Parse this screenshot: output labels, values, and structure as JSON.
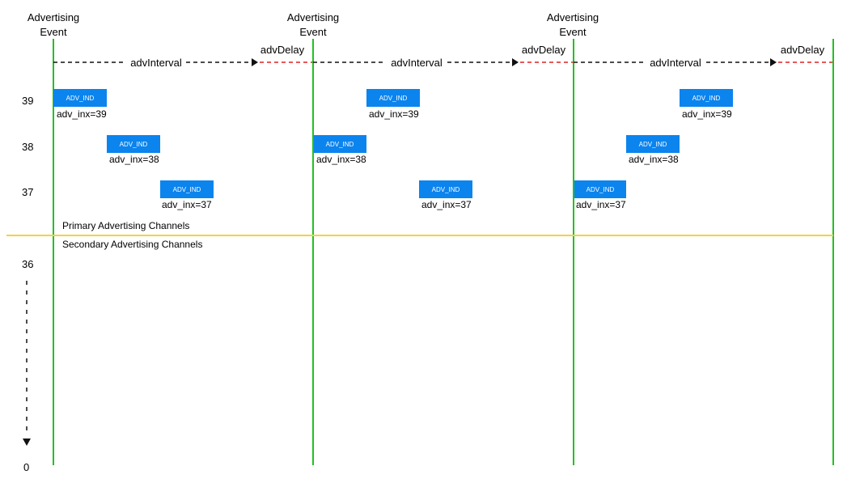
{
  "event_label_line1": "Advertising",
  "event_label_line2": "Event",
  "adv_interval_label": "advInterval",
  "adv_delay_label": "advDelay",
  "channels": {
    "ch39": "39",
    "ch38": "38",
    "ch37": "37",
    "ch36": "36",
    "ch0": "0"
  },
  "primary_label": "Primary Advertising Channels",
  "secondary_label": "Secondary Advertising Channels",
  "pdu_label": "ADV_IND",
  "inx_39": "adv_inx=39",
  "inx_38": "adv_inx=38",
  "inx_37": "adv_inx=37",
  "colors": {
    "event_line": "#22c022",
    "separator": "#f2d43a",
    "pdu_box": "#0b84ee",
    "delay_dash": "#e02020",
    "interval_dash": "#111111"
  }
}
